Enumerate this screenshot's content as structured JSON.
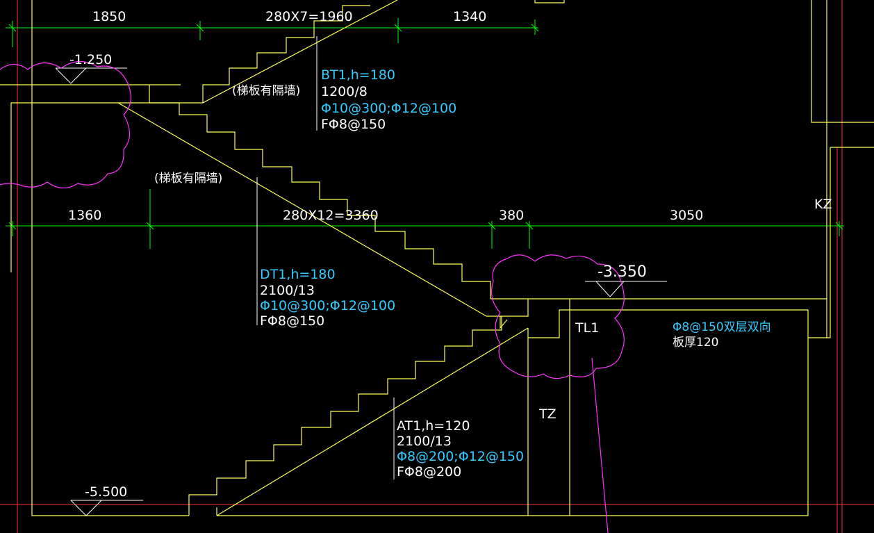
{
  "colors": {
    "background": "#000000",
    "dimension": "#00ff00",
    "structure": "#ffff55",
    "annotation_white": "#ffffff",
    "annotation_cyan": "#33ccff",
    "revision_cloud": "#ff33ff",
    "grid": "#ff3333"
  },
  "dimensions_top": [
    "1850",
    "280X7=1960",
    "1340"
  ],
  "dimensions_mid": [
    "1360",
    "280X12=3360",
    "380",
    "3050"
  ],
  "elevations": [
    "-1.250",
    "-3.350",
    "-5.500"
  ],
  "notes": {
    "wall_note_1": "(梯板有隔墙)",
    "wall_note_2": "(梯板有隔墙)"
  },
  "bt1": {
    "name": "BT1,h=180",
    "size": "1200/8",
    "rebar": "Φ10@300;Φ12@100",
    "dist": "FΦ8@150"
  },
  "dt1": {
    "name": "DT1,h=180",
    "size": "2100/13",
    "rebar": "Φ10@300;Φ12@100",
    "dist": "FΦ8@150"
  },
  "at1": {
    "name": "AT1,h=120",
    "size": "2100/13",
    "rebar": "Φ8@200;Φ12@150",
    "dist": "FΦ8@200"
  },
  "slab": {
    "rebar": "Φ8@150双层双向",
    "thickness": "板厚120"
  },
  "labels": {
    "tl1": "TL1",
    "tz": "TZ",
    "kz": "KZ"
  }
}
